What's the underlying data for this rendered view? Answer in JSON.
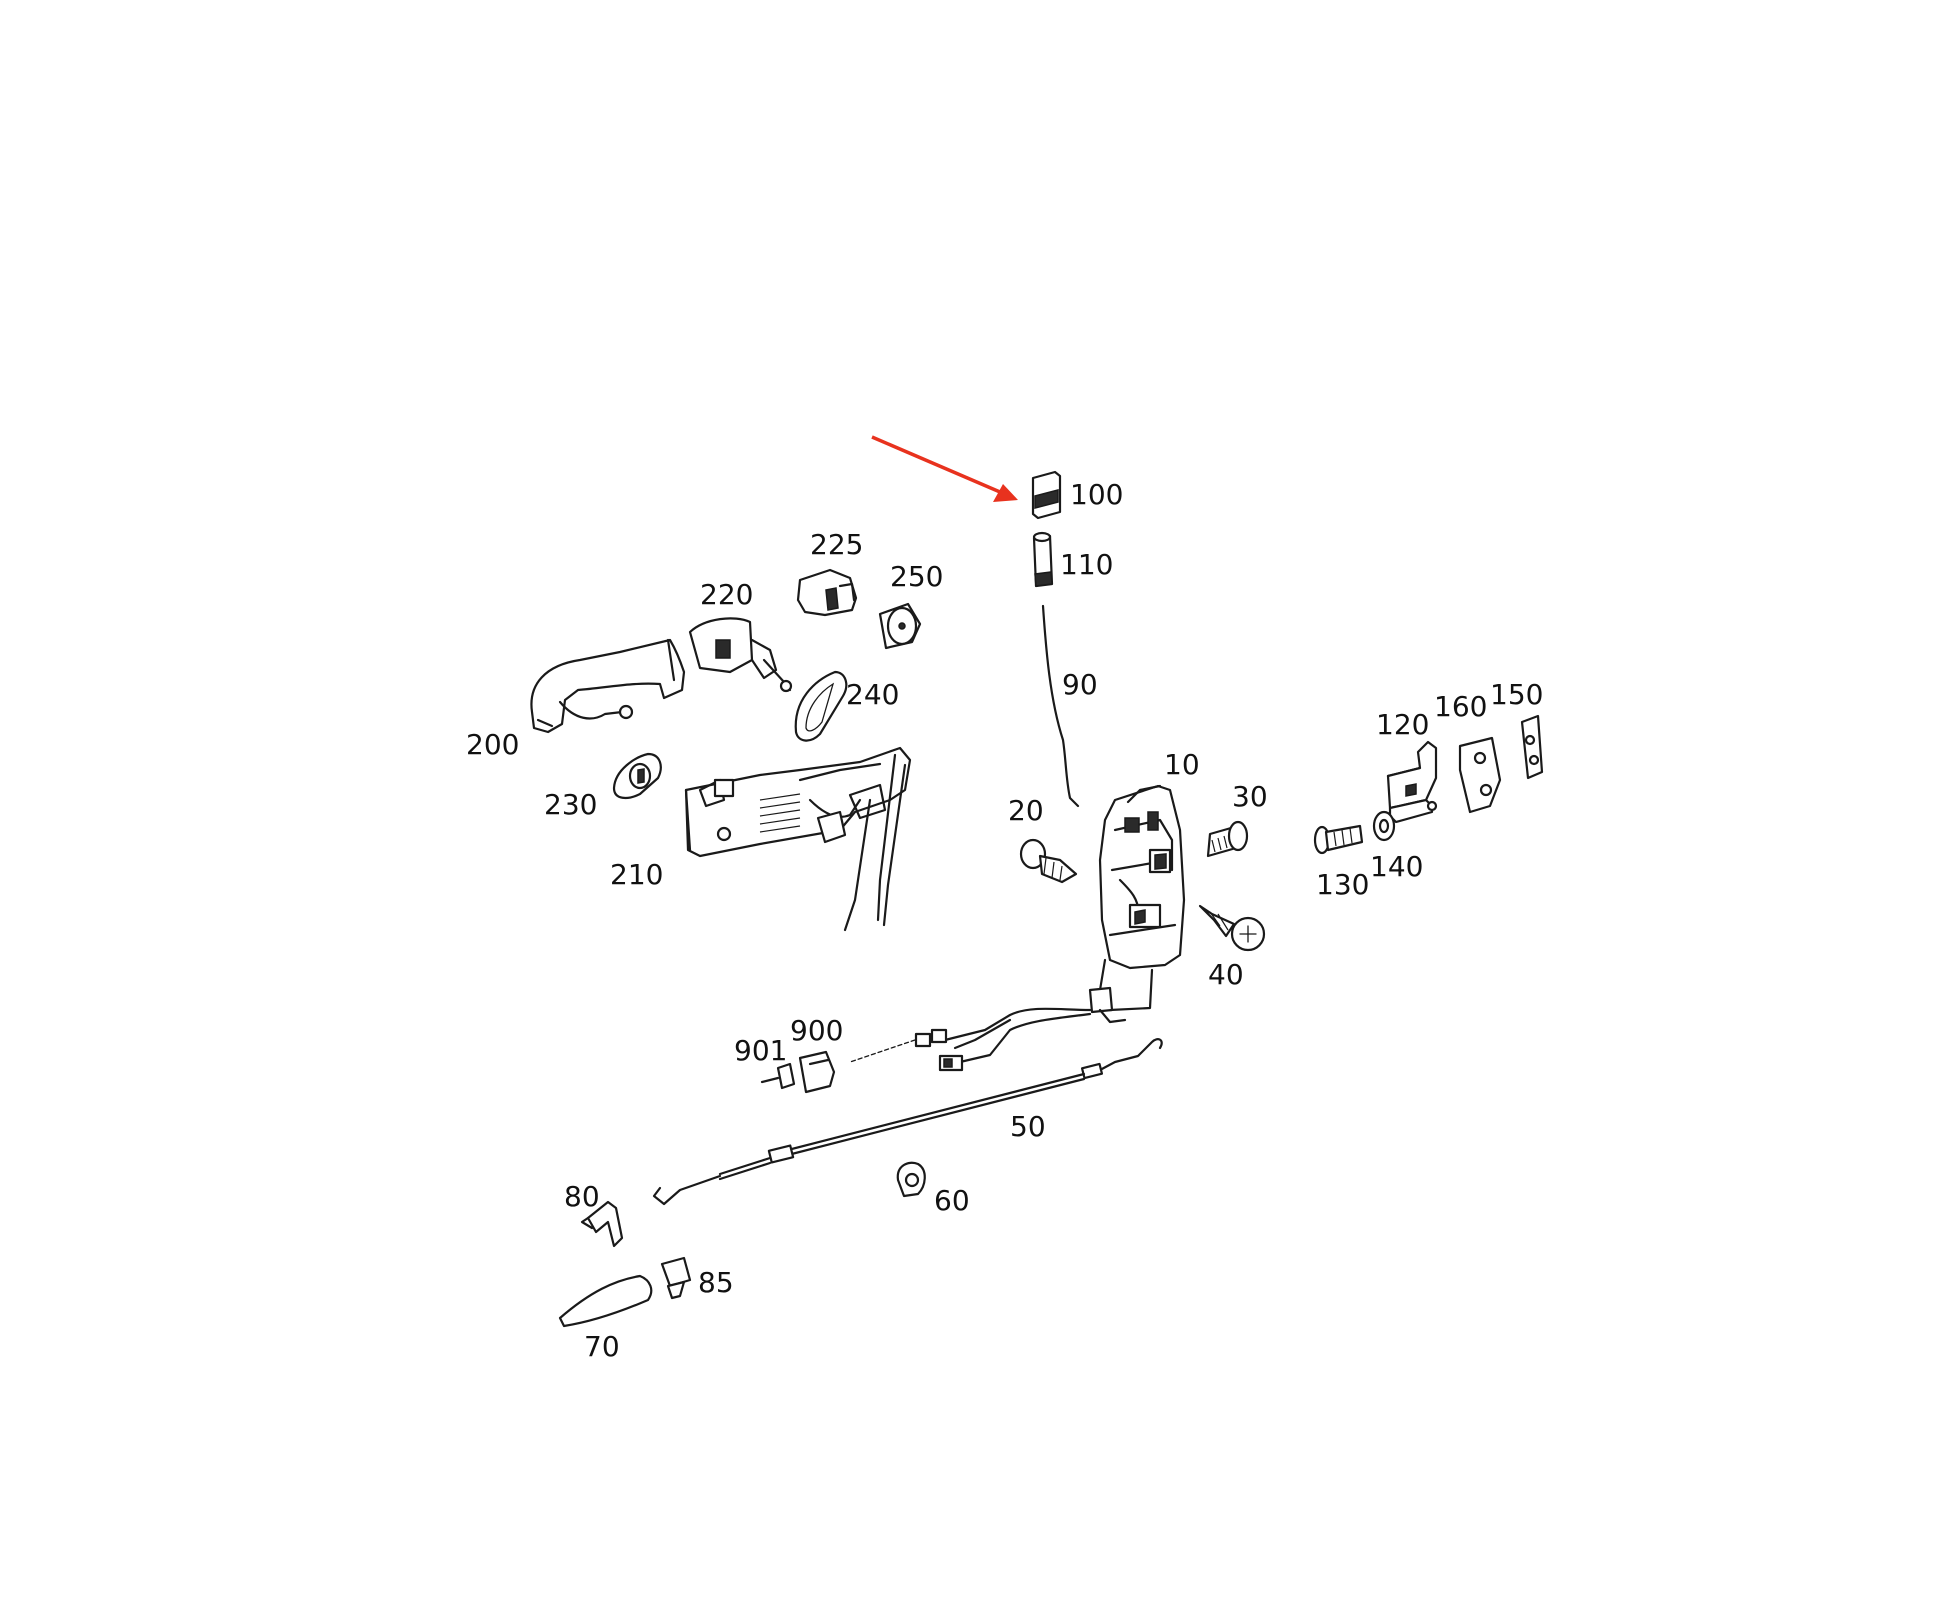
{
  "labels": {
    "p100": "100",
    "p110": "110",
    "p90": "90",
    "p225": "225",
    "p250": "250",
    "p220": "220",
    "p240": "240",
    "p200": "200",
    "p230": "230",
    "p210": "210",
    "p10": "10",
    "p30": "30",
    "p20": "20",
    "p40": "40",
    "p120": "120",
    "p160": "160",
    "p150": "150",
    "p130": "130",
    "p140": "140",
    "p900": "900",
    "p901": "901",
    "p50": "50",
    "p60": "60",
    "p80": "80",
    "p85": "85",
    "p70": "70"
  },
  "colors": {
    "arrow": "#e8321e",
    "ink": "#1a1a1a",
    "background": "#ffffff"
  },
  "pointer": {
    "target_part": "100"
  }
}
